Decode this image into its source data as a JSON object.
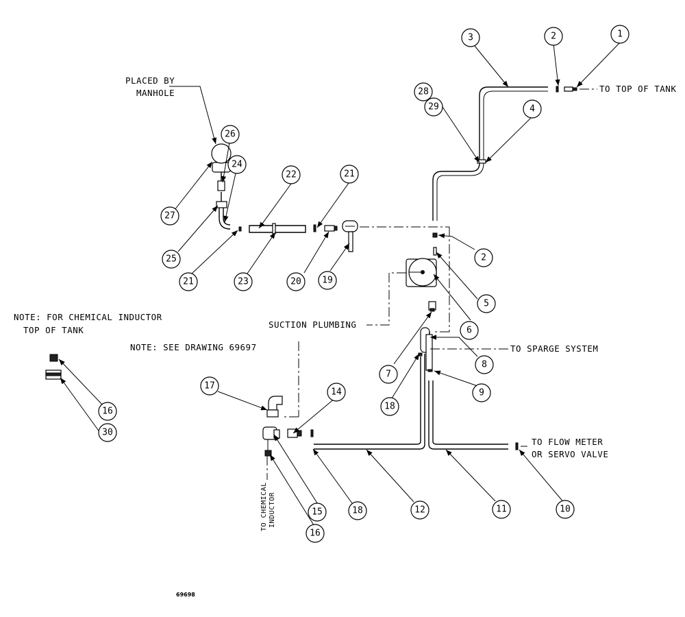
{
  "notes": {
    "placed_by_1": "PLACED BY",
    "placed_by_2": "MANHOLE",
    "top_of_tank": "TO TOP OF TANK",
    "sparge": "TO SPARGE SYSTEM",
    "suction": "SUCTION PLUMBING",
    "chem_note_1": "NOTE: FOR CHEMICAL INDUCTOR",
    "chem_note_2": "TOP OF TANK",
    "see_drawing": "NOTE: SEE DRAWING 69697",
    "flow_meter_1": "TO FLOW METER",
    "flow_meter_2": "OR SERVO VALVE",
    "chem_inductor_1": "TO CHEMICAL",
    "chem_inductor_2": "INDUCTOR",
    "drawing_number": "69698"
  },
  "callouts": [
    "1",
    "2",
    "3",
    "4",
    "28",
    "29",
    "26",
    "24",
    "22",
    "21",
    "27",
    "25",
    "21",
    "23",
    "20",
    "19",
    "2",
    "5",
    "6",
    "7",
    "8",
    "18",
    "9",
    "17",
    "14",
    "16",
    "30",
    "15",
    "16",
    "18",
    "12",
    "11",
    "10"
  ]
}
